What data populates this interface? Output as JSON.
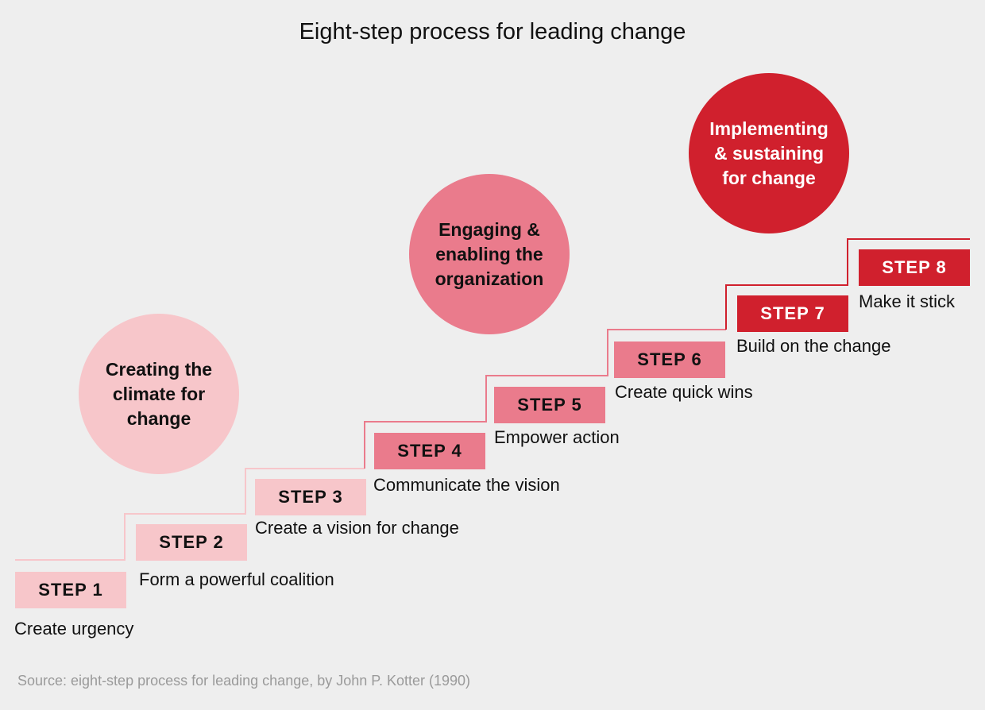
{
  "title": "Eight-step process for leading change",
  "phases": [
    {
      "label": "Creating the\nclimate for\nchange",
      "color": "#f7c6ca",
      "text_color": "#111111"
    },
    {
      "label": "Engaging &\nenabling the\norganization",
      "color": "#ea7b8c",
      "text_color": "#111111"
    },
    {
      "label": "Implementing\n& sustaining\nfor change",
      "color": "#d0202d",
      "text_color": "#ffffff"
    }
  ],
  "steps": [
    {
      "label": "STEP 1",
      "description": "Create urgency",
      "color": "#f7c6ca",
      "text_color": "#111111"
    },
    {
      "label": "STEP 2",
      "description": "Form a powerful coalition",
      "color": "#f7c6ca",
      "text_color": "#111111"
    },
    {
      "label": "STEP 3",
      "description": "Create a vision for change",
      "color": "#f7c6ca",
      "text_color": "#111111"
    },
    {
      "label": "STEP 4",
      "description": "Communicate the vision",
      "color": "#ea7b8c",
      "text_color": "#111111"
    },
    {
      "label": "STEP 5",
      "description": "Empower action",
      "color": "#ea7b8c",
      "text_color": "#111111"
    },
    {
      "label": "STEP 6",
      "description": "Create quick wins",
      "color": "#ea7b8c",
      "text_color": "#111111"
    },
    {
      "label": "STEP 7",
      "description": "Build on the change",
      "color": "#d0202d",
      "text_color": "#ffffff"
    },
    {
      "label": "STEP 8",
      "description": "Make it stick",
      "color": "#d0202d",
      "text_color": "#ffffff"
    }
  ],
  "source": "Source: eight-step process for leading change, by John P. Kotter (1990)"
}
